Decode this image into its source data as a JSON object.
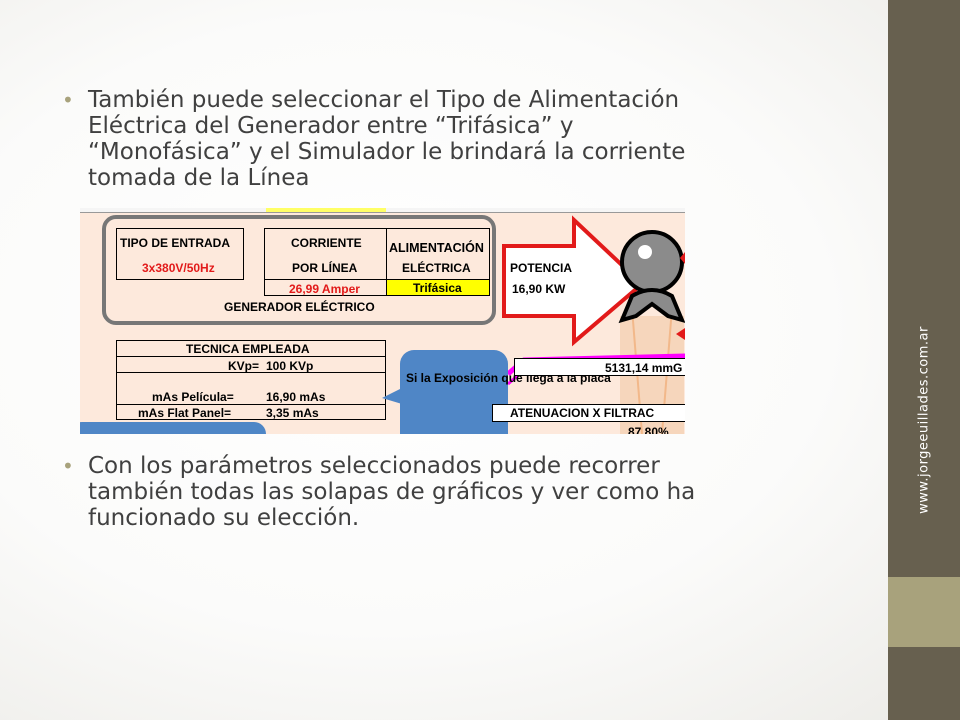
{
  "slide": {
    "bullet_1": "También puede seleccionar  el Tipo de Alimentación Eléctrica del Generador entre “Trifásica” y “Monofásica” y el Simulador le brindará la corriente tomada de la Línea",
    "bullet_2": "Con los parámetros seleccionados puede recorrer también todas las solapas de gráficos y ver como ha funcionado su elección.",
    "bullet_glyph": "•",
    "side_url": "www.jorgeeuillades.com.ar"
  },
  "spreadsheet": {
    "tipo_entrada_label": "TIPO DE ENTRADA",
    "tipo_entrada_value": "3x380V/50Hz",
    "corriente_label": "CORRIENTE",
    "por_linea_label": "POR LÍNEA",
    "corriente_value": "26,99 Amper",
    "alimentacion_label_1": "ALIMENTACIÓN",
    "alimentacion_label_2": "ELÉCTRICA",
    "alimentacion_value": "Trifásica",
    "potencia_label": "POTENCIA",
    "potencia_value": "16,90 KW",
    "generador_label": "GENERADOR ELÉCTRICO",
    "tecnica_header": "TECNICA EMPLEADA",
    "kvp_label": "KVp=",
    "kvp_value": "100 KVp",
    "mas_pelicula_label": "mAs Película=",
    "mas_pelicula_value": "16,90 mAs",
    "mas_flat_label": "mAs Flat Panel=",
    "mas_flat_value": "3,35 mAs",
    "callout_text": "Si la Exposición que llega a la placa",
    "exposure_value": "5131,14 mmG",
    "atenuacion_label": "ATENUACION X FILTRAC",
    "atenuacion_value": "87,80%"
  },
  "colors": {
    "sheet_background": "#fde9dc",
    "sidebar": "#67604f",
    "sidebar_accent": "#a8a27c",
    "highlight_yellow": "#ffff00",
    "arrow_red": "#e21a1a",
    "callout_blue": "#4f86c6",
    "magenta": "#ff00ff"
  }
}
